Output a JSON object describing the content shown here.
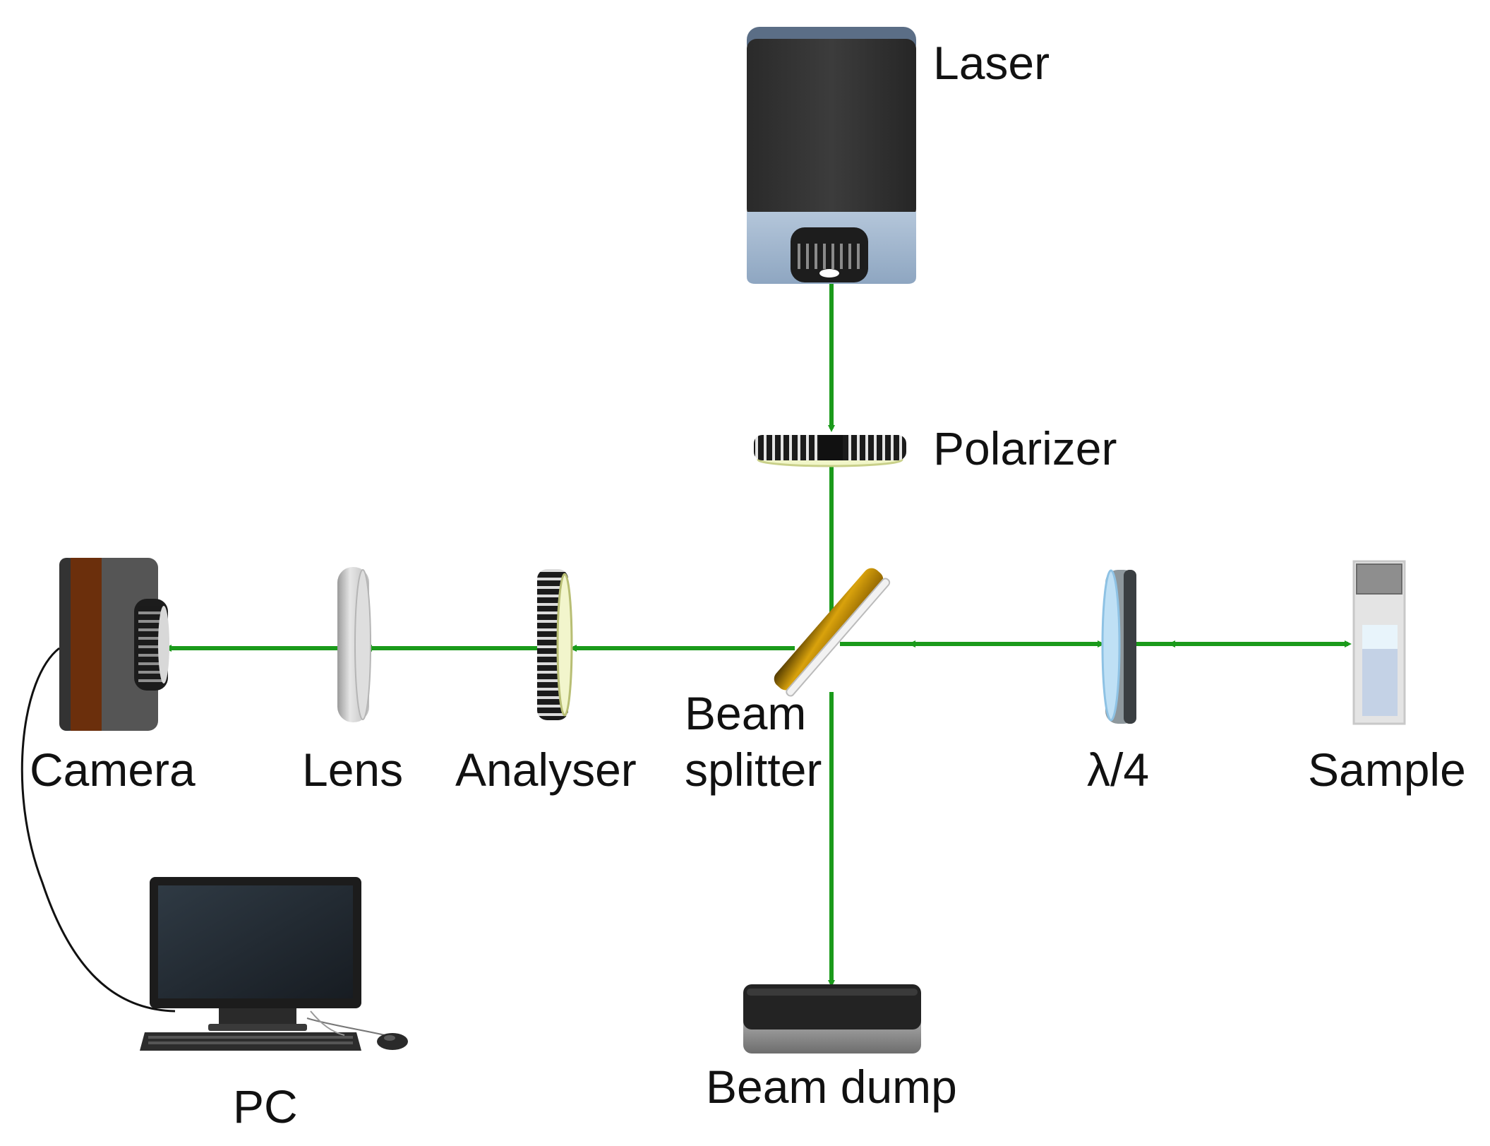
{
  "labels": {
    "laser": "Laser",
    "polarizer": "Polarizer",
    "camera": "Camera",
    "lens": "Lens",
    "analyser": "Analyser",
    "beam_splitter_line1": "Beam",
    "beam_splitter_line2": "splitter",
    "quarter_wave": "λ/4",
    "sample": "Sample",
    "pc": "PC",
    "beam_dump": "Beam dump"
  },
  "colors": {
    "beam": "#1a9a1a",
    "laser_body": "#2f2f2f",
    "laser_base": "#9fb4cc",
    "splitter_edge": "#c8960a",
    "lens_glass": "#d8d8d8",
    "waveplate_glass": "#bfe0f5",
    "sample_liquid": "#c4d2e6"
  },
  "icons": {
    "laser": "laser-source-icon",
    "polarizer": "polarizer-filter-icon",
    "beam_splitter": "beam-splitter-icon",
    "analyser": "analyser-filter-icon",
    "lens": "lens-icon",
    "camera": "camera-icon",
    "quarter_wave": "quarter-wave-plate-icon",
    "sample": "sample-cuvette-icon",
    "beam_dump": "beam-dump-icon",
    "pc": "computer-icon"
  }
}
